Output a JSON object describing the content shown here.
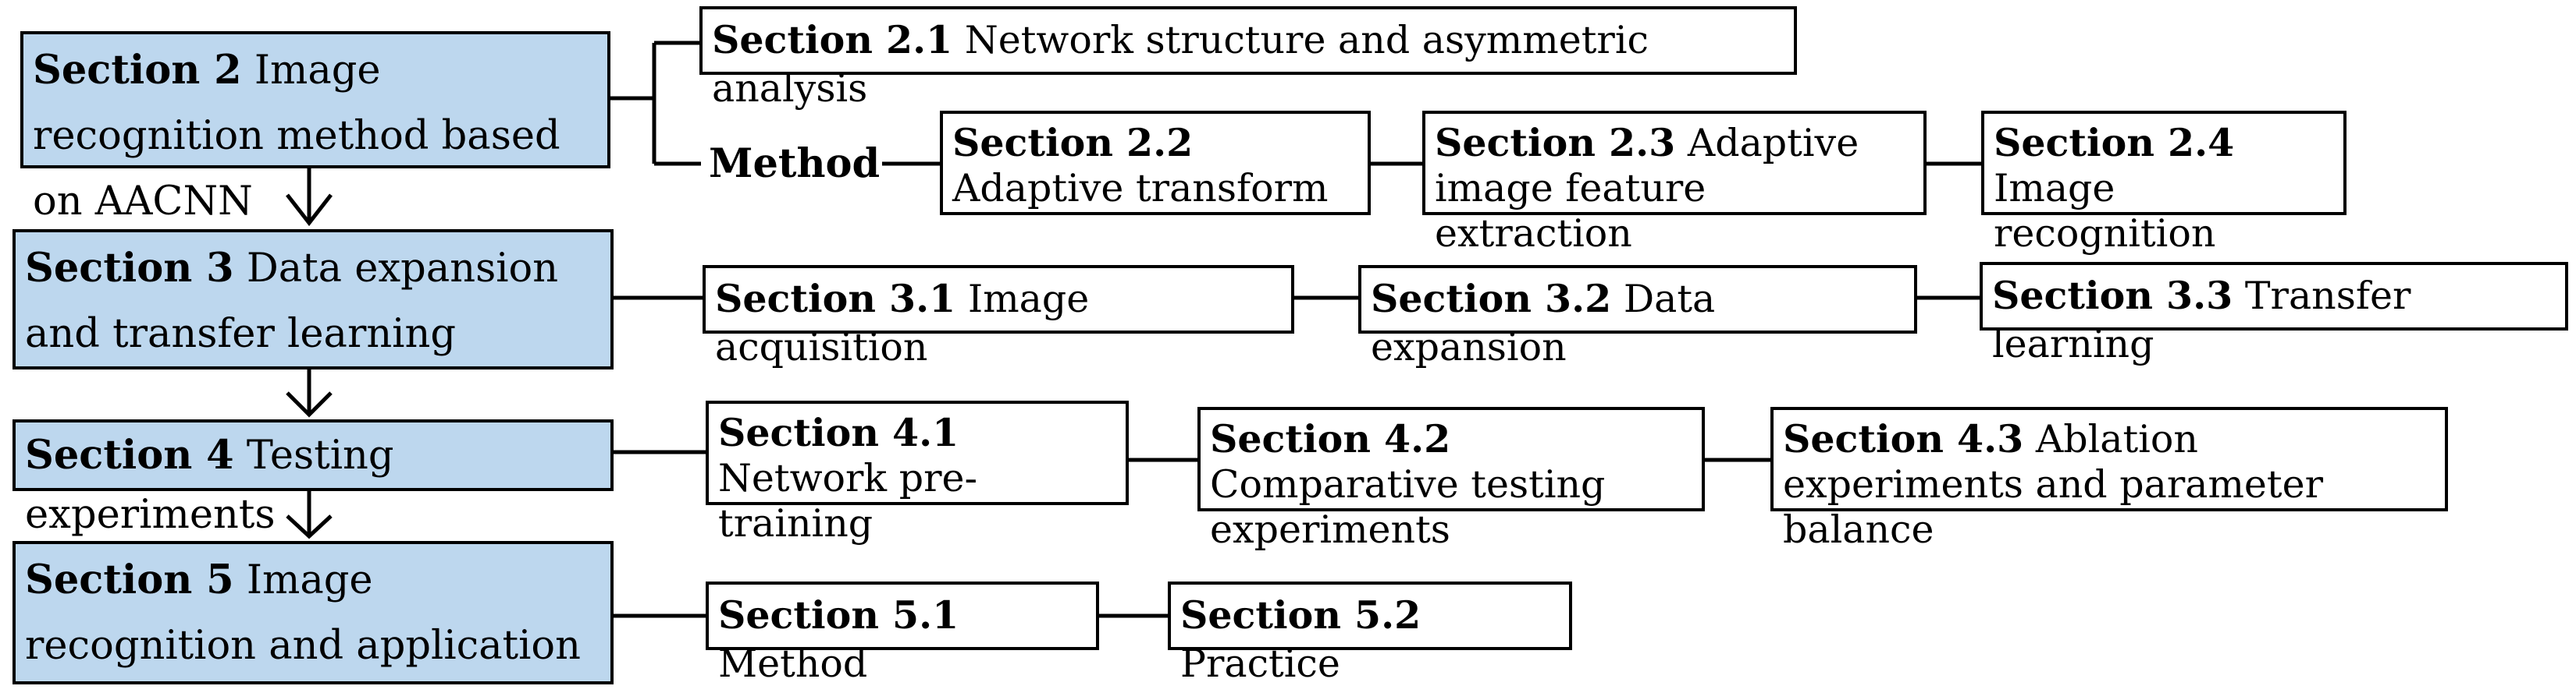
{
  "main": [
    {
      "bold": "Section 2",
      "text": " Image recognition method based on AACNN"
    },
    {
      "bold": "Section 3",
      "text": " Data expansion and transfer learning"
    },
    {
      "bold": "Section 4",
      "text": " Testing experiments"
    },
    {
      "bold": "Section 5",
      "text": " Image recognition and application"
    }
  ],
  "method_label": "Method",
  "sections": {
    "s2_1": {
      "bold": "Section 2.1",
      "text": " Network structure and asymmetric analysis"
    },
    "s2_2": {
      "bold": "Section 2.2",
      "text": " Adaptive transform"
    },
    "s2_3": {
      "bold": "Section 2.3",
      "text": " Adaptive image feature extraction"
    },
    "s2_4": {
      "bold": "Section 2.4",
      "text": " Image recognition"
    },
    "s3_1": {
      "bold": "Section 3.1",
      "text": " Image acquisition"
    },
    "s3_2": {
      "bold": "Section 3.2",
      "text": " Data expansion"
    },
    "s3_3": {
      "bold": "Section 3.3",
      "text": " Transfer learning"
    },
    "s4_1": {
      "bold": "Section 4.1",
      "text": " Network pre-training"
    },
    "s4_2": {
      "bold": "Section 4.2",
      "text": " Comparative testing experiments"
    },
    "s4_3": {
      "bold": "Section 4.3",
      "text": " Ablation experiments and parameter balance"
    },
    "s5_1": {
      "bold": "Section 5.1",
      "text": " Method"
    },
    "s5_2": {
      "bold": "Section 5.2",
      "text": " Practice"
    }
  },
  "colors": {
    "main_fill": "#bdd7ee",
    "stroke": "#000000"
  }
}
